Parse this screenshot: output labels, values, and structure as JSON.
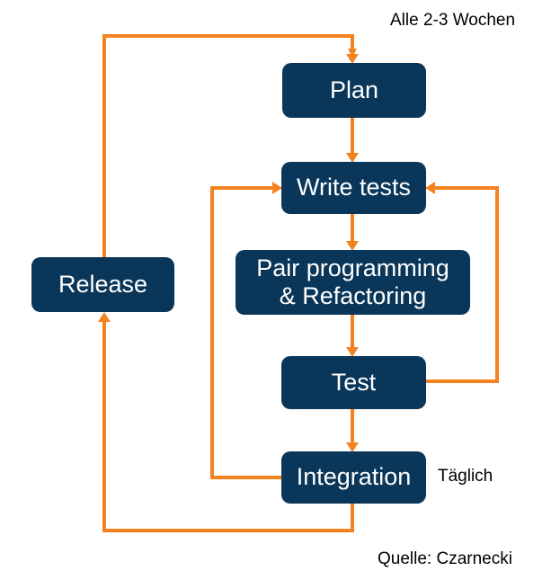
{
  "diagram": {
    "title_text": "Alle 2-3 Wochen",
    "source_text": "Quelle: Czarnecki",
    "daily_text": "Täglich",
    "colors": {
      "node_fill": "#0a3659",
      "node_text": "#ffffff",
      "connector": "#f58220",
      "background": "#ffffff",
      "annotation_text": "#000000"
    },
    "nodes": [
      {
        "id": "plan",
        "label": "Plan"
      },
      {
        "id": "write",
        "label": "Write tests"
      },
      {
        "id": "pair",
        "label": "Pair programming\n& Refactoring"
      },
      {
        "id": "test",
        "label": "Test"
      },
      {
        "id": "integration",
        "label": "Integration"
      },
      {
        "id": "release",
        "label": "Release"
      }
    ],
    "edges": [
      {
        "from": "release",
        "to": "plan",
        "label": "Alle 2-3 Wochen"
      },
      {
        "from": "plan",
        "to": "write",
        "label": ""
      },
      {
        "from": "write",
        "to": "pair",
        "label": ""
      },
      {
        "from": "pair",
        "to": "test",
        "label": ""
      },
      {
        "from": "test",
        "to": "integration",
        "label": ""
      },
      {
        "from": "test",
        "to": "write",
        "label": ""
      },
      {
        "from": "integration",
        "to": "write",
        "label": "Täglich"
      },
      {
        "from": "integration",
        "to": "release",
        "label": ""
      }
    ]
  }
}
